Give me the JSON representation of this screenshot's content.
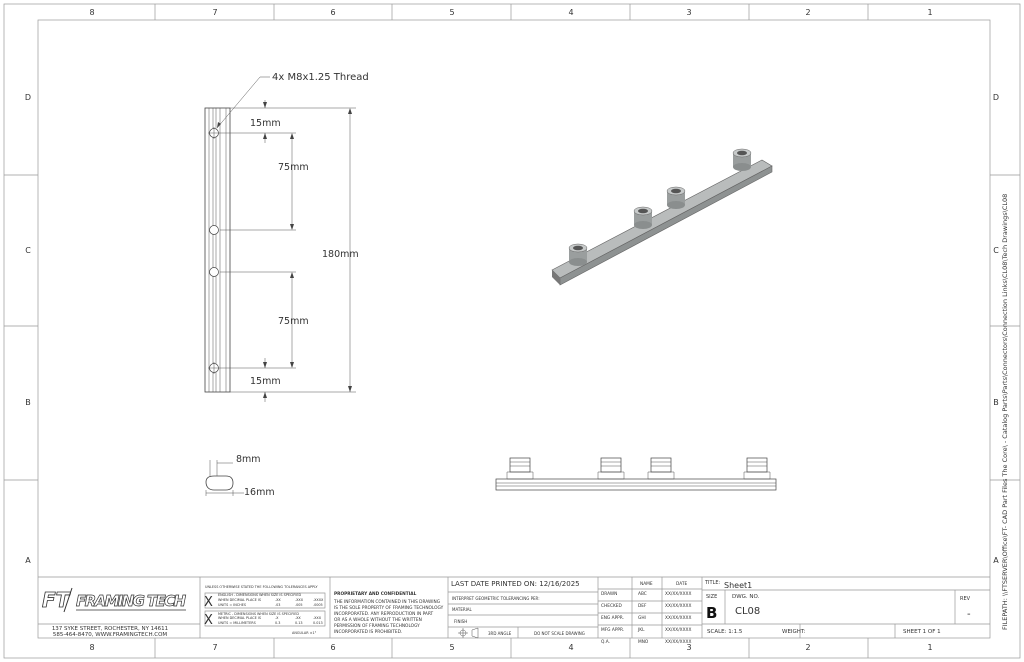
{
  "zones": {
    "columns": [
      "8",
      "7",
      "6",
      "5",
      "4",
      "3",
      "2",
      "1"
    ],
    "rows": [
      "D",
      "C",
      "B",
      "A"
    ]
  },
  "drawing": {
    "thread_callout": "4x M8x1.25 Thread",
    "dim_top_15": "15mm",
    "dim_top_75": "75mm",
    "dim_overall": "180mm",
    "dim_bottom_75": "75mm",
    "dim_bottom_15": "15mm",
    "dim_height": "8mm",
    "dim_width": "16mm"
  },
  "file_path": "FILEPATH: \\\\FTSERVER\\Office\\FT- CAD Part Files The Core\\ - Catalog Parts\\Parts\\Connectors\\Connection Links\\CL08\\Tech Drawings\\CL08",
  "title_block": {
    "company": "FRAMING TECH",
    "logo_mark": "FT",
    "address_line1": "137 SYKE STREET, ROCHESTER, NY 14611",
    "address_line2": "585-464-8470, WWW.FRAMINGTECH.COM",
    "tolerance": {
      "header": "UNLESS OTHERWISE STATED THE FOLLOWING TOLERANCES APPLY",
      "english_mark": "X",
      "english_title": "ENGLISH - DIMENSIONS WHEN SIZE IS SPECIFIED",
      "english_rows": [
        [
          "WHEN DECIMAL PLACE IS",
          ".XX",
          ".XXX",
          ".XXXX"
        ],
        [
          "UNITS = INCHES",
          ".03",
          ".005",
          ".0005"
        ]
      ],
      "metric_mark": "X",
      "metric_title": "METRIC - DIMENSIONS WHEN SIZE IS SPECIFIED",
      "metric_rows": [
        [
          "WHEN DECIMAL PLACE IS",
          ".X",
          ".XX",
          ".XXX"
        ],
        [
          "UNITS = MILLIMETERS",
          "0.3",
          "0.13",
          "0.013"
        ]
      ],
      "angular": "ANGULAR ±1°"
    },
    "proprietary_title": "PROPRIETARY AND CONFIDENTIAL",
    "proprietary_text": [
      "THE INFORMATION CONTAINED IN THIS DRAWING",
      "IS THE SOLE PROPERTY OF FRAMING TECHNOLOGY",
      "INCORPORATED.  ANY REPRODUCTION IN PART",
      "OR AS A WHOLE WITHOUT THE WRITTEN",
      "PERMISSION OF FRAMING TECHNOLOGY",
      "INCORPORATED IS PROHIBITED."
    ],
    "last_printed": "LAST DATE PRINTED ON: 12/16/2025",
    "interpret": "INTERPRET GEOMETRIC TOLERANCING PER:",
    "material": "MATERIAL",
    "finish": "FINISH",
    "third_angle": "3RD ANGLE",
    "do_not_scale": "DO NOT SCALE DRAWING",
    "approvals_headers": [
      "NAME",
      "DATE"
    ],
    "approvals": [
      {
        "role": "DRAWN",
        "name": "ABC",
        "date": "XX/XX/XXXX"
      },
      {
        "role": "CHECKED",
        "name": "DEF",
        "date": "XX/XX/XXXX"
      },
      {
        "role": "ENG APPR.",
        "name": "GHI",
        "date": "XX/XX/XXXX"
      },
      {
        "role": "MFG APPR.",
        "name": "JKL",
        "date": "XX/XX/XXXX"
      },
      {
        "role": "Q.A.",
        "name": "MNO",
        "date": "XX/XX/XXXX"
      }
    ],
    "title_label": "TITLE:",
    "title_value": "Sheet1",
    "size_label": "SIZE",
    "size_value": "B",
    "dwg_no_label": "DWG.  NO.",
    "dwg_no_value": "CL08",
    "rev_label": "REV",
    "rev_value": "-",
    "scale": "SCALE: 1:1.5",
    "weight": "WEIGHT:",
    "sheet": "SHEET 1 OF 1"
  }
}
